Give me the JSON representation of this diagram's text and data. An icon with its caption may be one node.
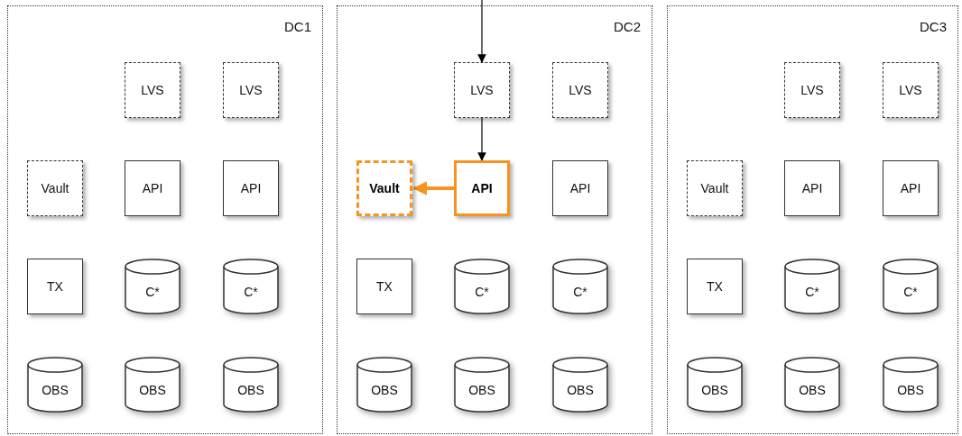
{
  "diagram": {
    "nodes": [
      {
        "text": [
          "DC1"
        ]
      },
      {
        "text": [
          "LVS"
        ],
        "in": 0
      },
      {
        "text": [
          "LVS"
        ],
        "in": 0
      },
      {
        "text": [
          "Vault"
        ],
        "in": 0
      },
      {
        "text": [
          "API"
        ],
        "in": 0
      },
      {
        "text": [
          "API"
        ],
        "in": 0
      },
      {
        "text": [
          "TX"
        ],
        "in": 0
      },
      {
        "text": [
          "C*"
        ],
        "in": 0
      },
      {
        "text": [
          "C*"
        ],
        "in": 0
      },
      {
        "text": [
          "OBS"
        ],
        "in": 0
      },
      {
        "text": [
          "OBS"
        ],
        "in": 0
      },
      {
        "text": [
          "OBS"
        ],
        "in": 0
      },
      {
        "text": [
          "DC2"
        ]
      },
      {
        "text": [
          "LVS"
        ],
        "in": 12
      },
      {
        "text": [
          "LVS"
        ],
        "in": 12
      },
      {
        "text": [
          "Vault"
        ],
        "in": 12
      },
      {
        "text": [
          "API"
        ],
        "in": 12
      },
      {
        "text": [
          "API"
        ],
        "in": 12
      },
      {
        "text": [
          "TX"
        ],
        "in": 12
      },
      {
        "text": [
          "C*"
        ],
        "in": 12
      },
      {
        "text": [
          "C*"
        ],
        "in": 12
      },
      {
        "text": [
          "OBS"
        ],
        "in": 12
      },
      {
        "text": [
          "OBS"
        ],
        "in": 12
      },
      {
        "text": [
          "OBS"
        ],
        "in": 12
      },
      {
        "text": [
          "DC3"
        ]
      },
      {
        "text": [
          "LVS"
        ],
        "in": 24
      },
      {
        "text": [
          "LVS"
        ],
        "in": 24
      },
      {
        "text": [
          "Vault"
        ],
        "in": 24
      },
      {
        "text": [
          "API"
        ],
        "in": 24
      },
      {
        "text": [
          "API"
        ],
        "in": 24
      },
      {
        "text": [
          "TX"
        ],
        "in": 24
      },
      {
        "text": [
          "C*"
        ],
        "in": 24
      },
      {
        "text": [
          "C*"
        ],
        "in": 24
      },
      {
        "text": [
          "OBS"
        ],
        "in": 24
      },
      {
        "text": [
          "OBS"
        ],
        "in": 24
      },
      {
        "text": [
          "OBS"
        ],
        "in": 24
      }
    ],
    "edges": [
      {
        "from": null,
        "to": 13,
        "arrow": "to"
      },
      {
        "from": 13,
        "to": 16,
        "arrow": "to"
      },
      {
        "from": 16,
        "to": 15,
        "arrow": "to",
        "style": "thick",
        "color": "#f7931e"
      }
    ]
  }
}
